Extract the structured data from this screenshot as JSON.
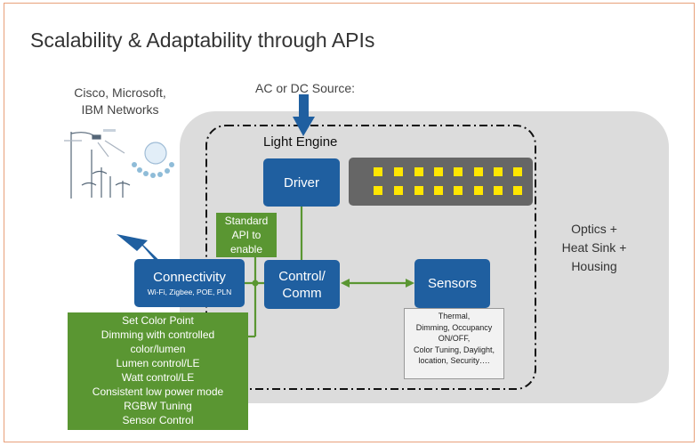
{
  "title": "Scalability & Adaptability through APIs",
  "networks": {
    "line1": "Cisco, Microsoft,",
    "line2": "IBM Networks"
  },
  "source_label": "AC or DC Source:",
  "light_engine_label": "Light Engine",
  "driver_label": "Driver",
  "control": {
    "line1": "Control/",
    "line2": "Comm"
  },
  "sensors_label": "Sensors",
  "connectivity": {
    "title": "Connectivity",
    "protocols": "Wi-Fi, Zigbee, POE, PLN"
  },
  "api_box": {
    "line1": "Standard",
    "line2": "API to",
    "line3": "enable"
  },
  "optics": {
    "line1": "Optics +",
    "line2": "Heat Sink +",
    "line3": "Housing"
  },
  "sensor_detail": [
    "Thermal,",
    "Dimming,  Occupancy",
    "ON/OFF,",
    "Color Tuning,  Daylight,",
    "location, Security…."
  ],
  "features": [
    "Set Color Point",
    "Dimming with controlled",
    "color/lumen",
    "Lumen control/LE",
    "Watt control/LE",
    "Consistent low power mode",
    "RGBW Tuning",
    "Sensor Control"
  ],
  "colors": {
    "blue": "#1f5fa0",
    "green": "#5a9632",
    "grey": "#dcdcdc",
    "led": "#ffe600",
    "frame": "#e8a07a"
  },
  "icons": [
    "streetlight-network-illustration",
    "power-input-arrow",
    "connectivity-arrow"
  ]
}
